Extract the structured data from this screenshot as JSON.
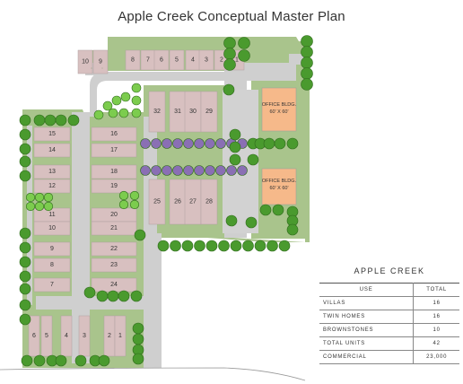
{
  "title": "Apple Creek Conceptual Master Plan",
  "lots": {
    "top_row": [
      "10",
      "9",
      "8",
      "7",
      "6",
      "5",
      "4",
      "3",
      "2",
      "1"
    ],
    "mid_row": [
      "32",
      "31",
      "30",
      "29"
    ],
    "lower_row": [
      "25",
      "26",
      "27",
      "28"
    ],
    "left_col": [
      "15",
      "14",
      "13",
      "12",
      "11",
      "10",
      "9",
      "8",
      "7"
    ],
    "center_col": [
      "16",
      "17",
      "18",
      "19",
      "20",
      "21",
      "22",
      "23",
      "24"
    ],
    "bottom_row": [
      "6",
      "5",
      "4",
      "3",
      "2",
      "1"
    ]
  },
  "buildings": [
    {
      "name": "OFFICE BLDG.",
      "size": "60' X 60'"
    },
    {
      "name": "OFFICE BLDG.",
      "size": "60' X 60'"
    }
  ],
  "legend": {
    "title": "APPLE CREEK",
    "headers": {
      "use": "USE",
      "total": "TOTAL"
    },
    "rows": [
      {
        "use": "VILLAS",
        "total": "16"
      },
      {
        "use": "TWIN HOMES",
        "total": "16"
      },
      {
        "use": "BROWNSTONES",
        "total": "10"
      },
      {
        "use": "TOTAL UNITS",
        "total": "42"
      },
      {
        "use": "COMMERCIAL",
        "total": "23,000"
      }
    ]
  },
  "colors": {
    "road": "#c8c8c8",
    "lawn": "#9fbc80",
    "lot": "#d8c0c0",
    "tree": "#4a9a2e",
    "purple_tree": "#8a6fb4",
    "office": "#f6b98a"
  }
}
